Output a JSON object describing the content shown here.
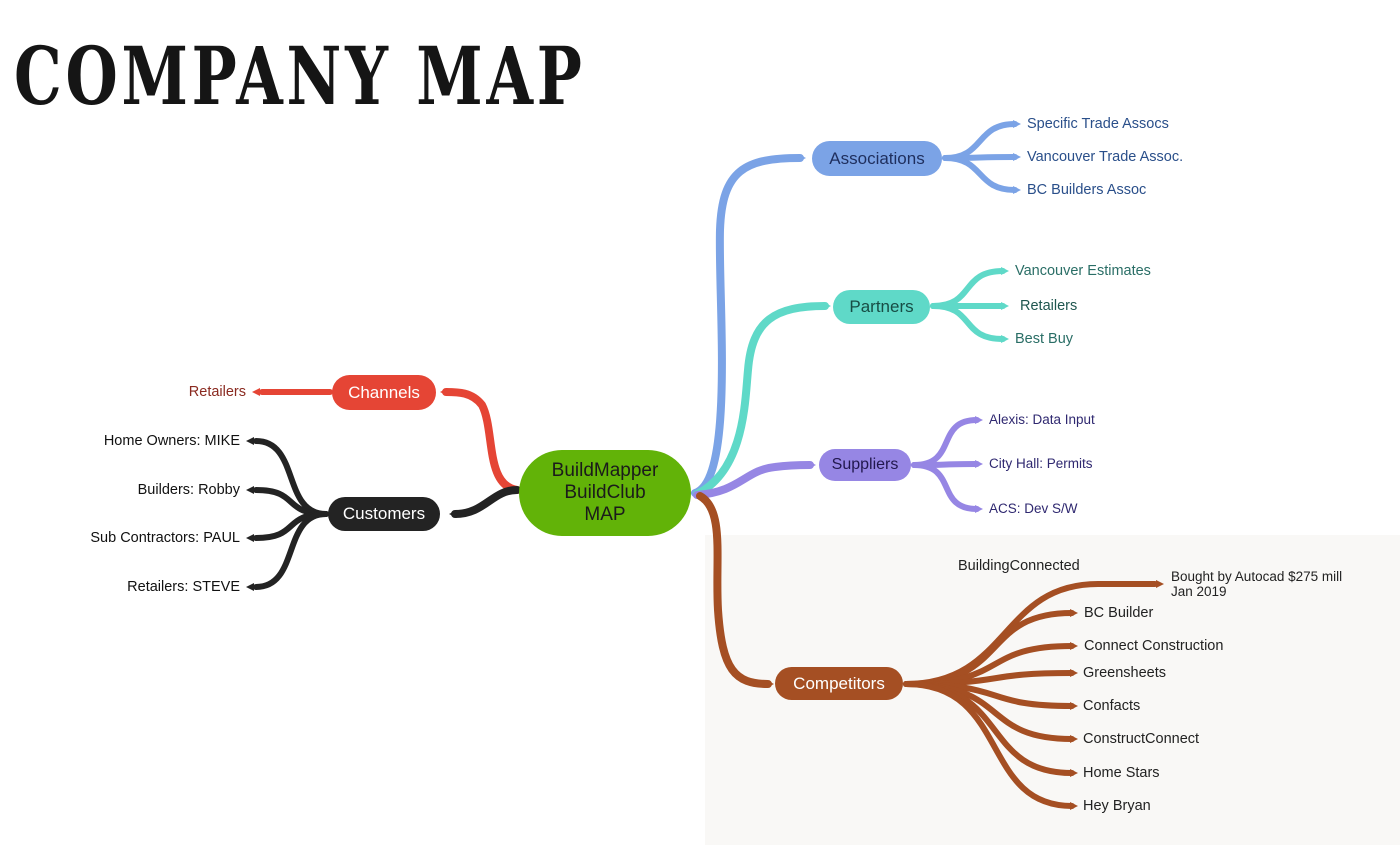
{
  "title": "COMPANY MAP",
  "colors": {
    "associations": "#7ba3e6",
    "partners": "#5fd9c8",
    "suppliers": "#9686e4",
    "competitors": "#a54f23",
    "channels": "#e54535",
    "customers": "#232323",
    "center": "#62b308"
  },
  "center": {
    "lines": [
      "BuildMapper",
      "BuildClub",
      "MAP"
    ]
  },
  "branches": {
    "associations": {
      "label": "Associations",
      "children": [
        "Specific Trade Assocs",
        "Vancouver Trade Assoc.",
        "BC Builders Assoc"
      ]
    },
    "partners": {
      "label": "Partners",
      "children": [
        "Vancouver Estimates",
        "Retailers",
        "Best Buy"
      ]
    },
    "suppliers": {
      "label": "Suppliers",
      "children": [
        "Alexis: Data Input",
        "City Hall: Permits",
        "ACS: Dev S/W"
      ]
    },
    "competitors": {
      "label": "Competitors",
      "building_connected": {
        "label": "BuildingConnected",
        "note_line1": "Bought by Autocad $275 mill",
        "note_line2": "Jan 2019"
      },
      "children": [
        "BC Builder",
        "Connect Construction",
        "Greensheets",
        "Confacts",
        "ConstructConnect",
        "Home Stars",
        "Hey Bryan"
      ]
    },
    "channels": {
      "label": "Channels",
      "children": [
        "Retailers"
      ]
    },
    "customers": {
      "label": "Customers",
      "children": [
        "Home Owners: MIKE",
        "Builders: Robby",
        "Sub Contractors: PAUL",
        "Retailers: STEVE"
      ]
    }
  }
}
